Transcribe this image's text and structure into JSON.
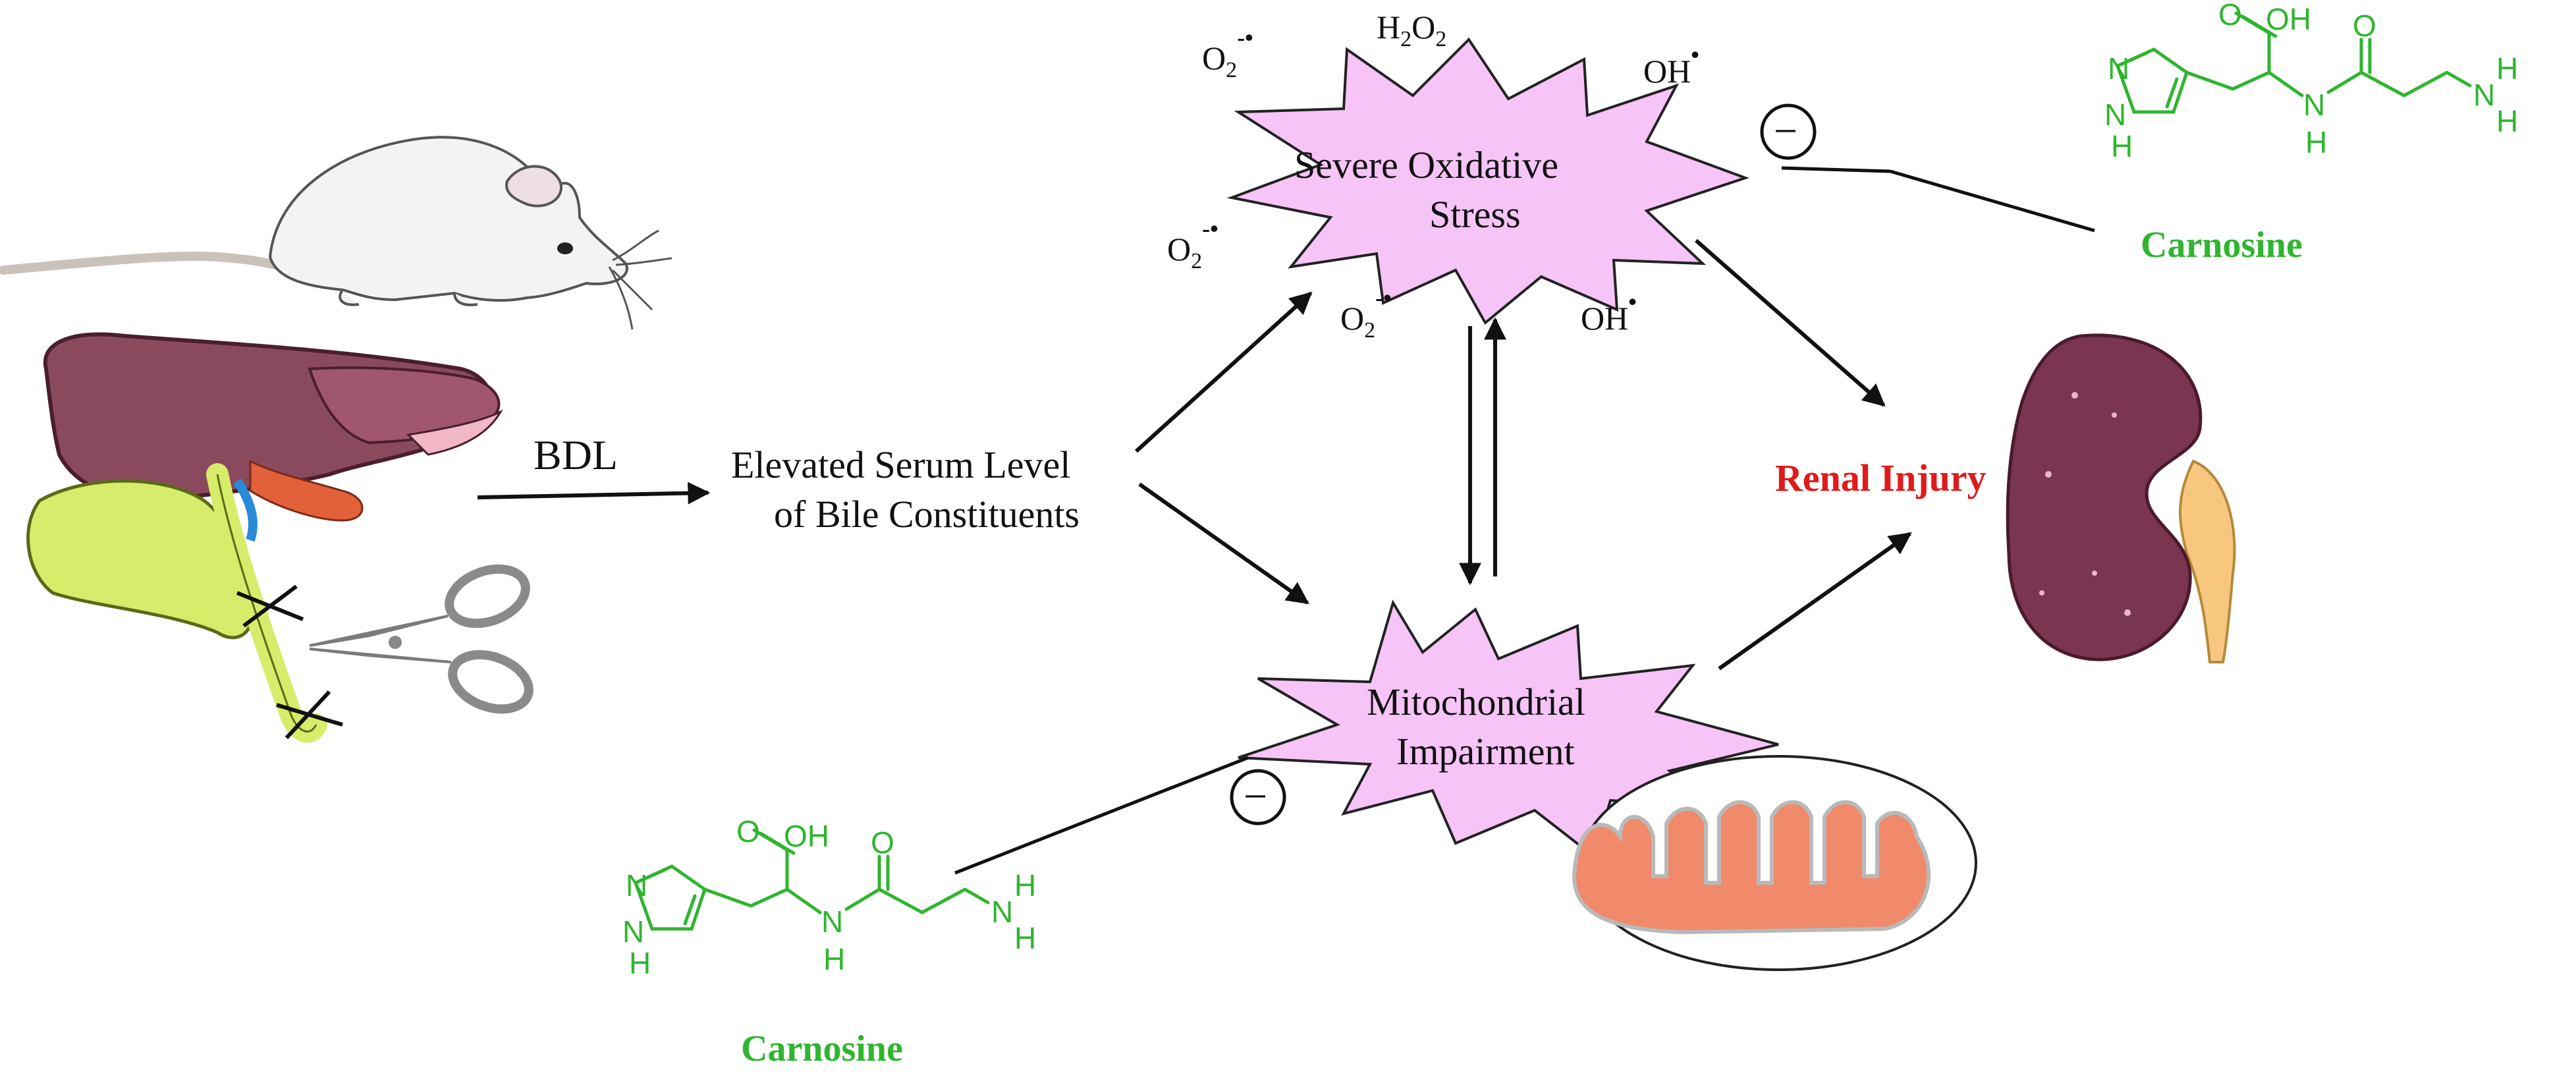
{
  "labels": {
    "bdl": "BDL",
    "elevated_line1": "Elevated Serum Level",
    "elevated_line2": "of Bile Constituents",
    "oxidative_line1": "Severe Oxidative",
    "oxidative_line2": "Stress",
    "mito_line1": "Mitochondrial",
    "mito_line2": "Impairment",
    "renal_injury": "Renal Injury",
    "carnosine_top": "Carnosine",
    "carnosine_bottom": "Carnosine",
    "inhibit_symbol": "−"
  },
  "ros": {
    "h2o2": {
      "base": "H",
      "sub1": "2",
      "mid": "O",
      "sub2": "2"
    },
    "o2_radical": {
      "base": "O",
      "sub": "2",
      "sup": "-•"
    },
    "oh_radical": {
      "base": "OH",
      "sup": "•"
    }
  },
  "chem_atoms": {
    "n": "N",
    "nh": "NH",
    "h": "H",
    "o": "O",
    "oh": "OH"
  },
  "colors": {
    "star_fill": "#f7c4f7",
    "arrow": "#111111",
    "carnosine_green": "#2fb52f",
    "renal_red": "#e01b1b",
    "kidney": "#7a3550",
    "mito_outer": "#ffffff",
    "mito_inner": "#f08a6a",
    "gallbladder": "#d6ec6a",
    "liver": "#8a4a5e"
  }
}
